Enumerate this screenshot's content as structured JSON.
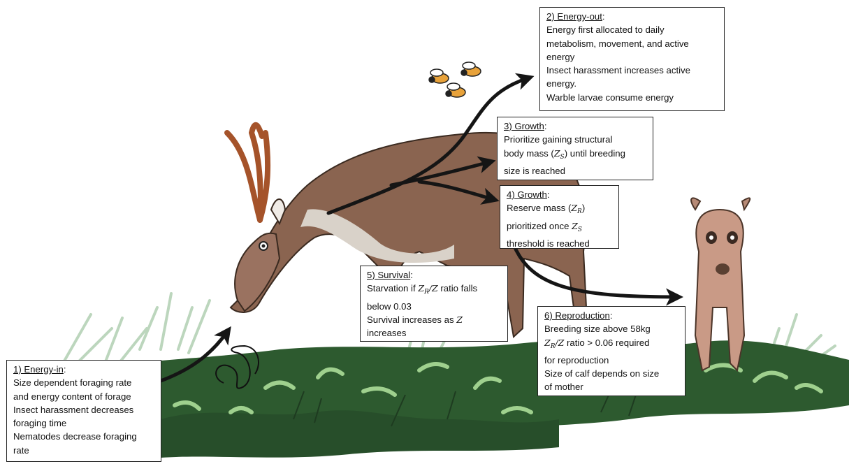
{
  "boxes": {
    "energy_in": {
      "title": "1) Energy-in",
      "lines": [
        "Size dependent foraging rate",
        "and energy content of forage",
        "Insect harassment decreases",
        "foraging time",
        "Nematodes decrease foraging",
        "rate"
      ]
    },
    "energy_out": {
      "title": "2) Energy-out",
      "lines": [
        "Energy first allocated to daily",
        "metabolism, movement, and active",
        "energy",
        "Insect harassment increases active",
        "energy.",
        "Warble larvae consume energy"
      ]
    },
    "growth_structural": {
      "title": "3) Growth",
      "line1": "Prioritize gaining structural",
      "line2_pre": "body mass (",
      "var": "Z",
      "var_sub": "S",
      "line2_post": ") until breeding",
      "line3": "size is reached"
    },
    "growth_reserve": {
      "title": "4) Growth",
      "line1_pre": "Reserve mass (",
      "var1": "Z",
      "var1_sub": "R",
      "line1_post": ")",
      "line2_pre": "prioritized once ",
      "var2": "Z",
      "var2_sub": "S",
      "line3": "threshold is reached"
    },
    "survival": {
      "title": "5) Survival",
      "line1_pre": "Starvation if ",
      "ratio_num": "Z",
      "ratio_num_sub": "R",
      "ratio_den": "/Z",
      "line1_post": " ratio falls",
      "line2": "below 0.03",
      "line3_pre": "Survival increases as ",
      "var": "Z",
      "line4": "increases"
    },
    "reproduction": {
      "title": "6) Reproduction",
      "line1": "Breeding size above 58kg",
      "ratio_num": "Z",
      "ratio_num_sub": "R",
      "ratio_den": "/Z",
      "line2_post": " ratio > 0.06 required",
      "line3": "for reproduction",
      "line4": "Size of calf depends on size",
      "line5": "of mother"
    }
  },
  "colors": {
    "arrow": "#151515",
    "reindeer_body": "#8a6450",
    "reindeer_light": "#d9d2c9",
    "antler": "#a5532a",
    "calf": "#c99a86",
    "grass_dark": "#2d5a2f",
    "grass_light": "#9fd08e",
    "fern": "#bcd6bd"
  }
}
